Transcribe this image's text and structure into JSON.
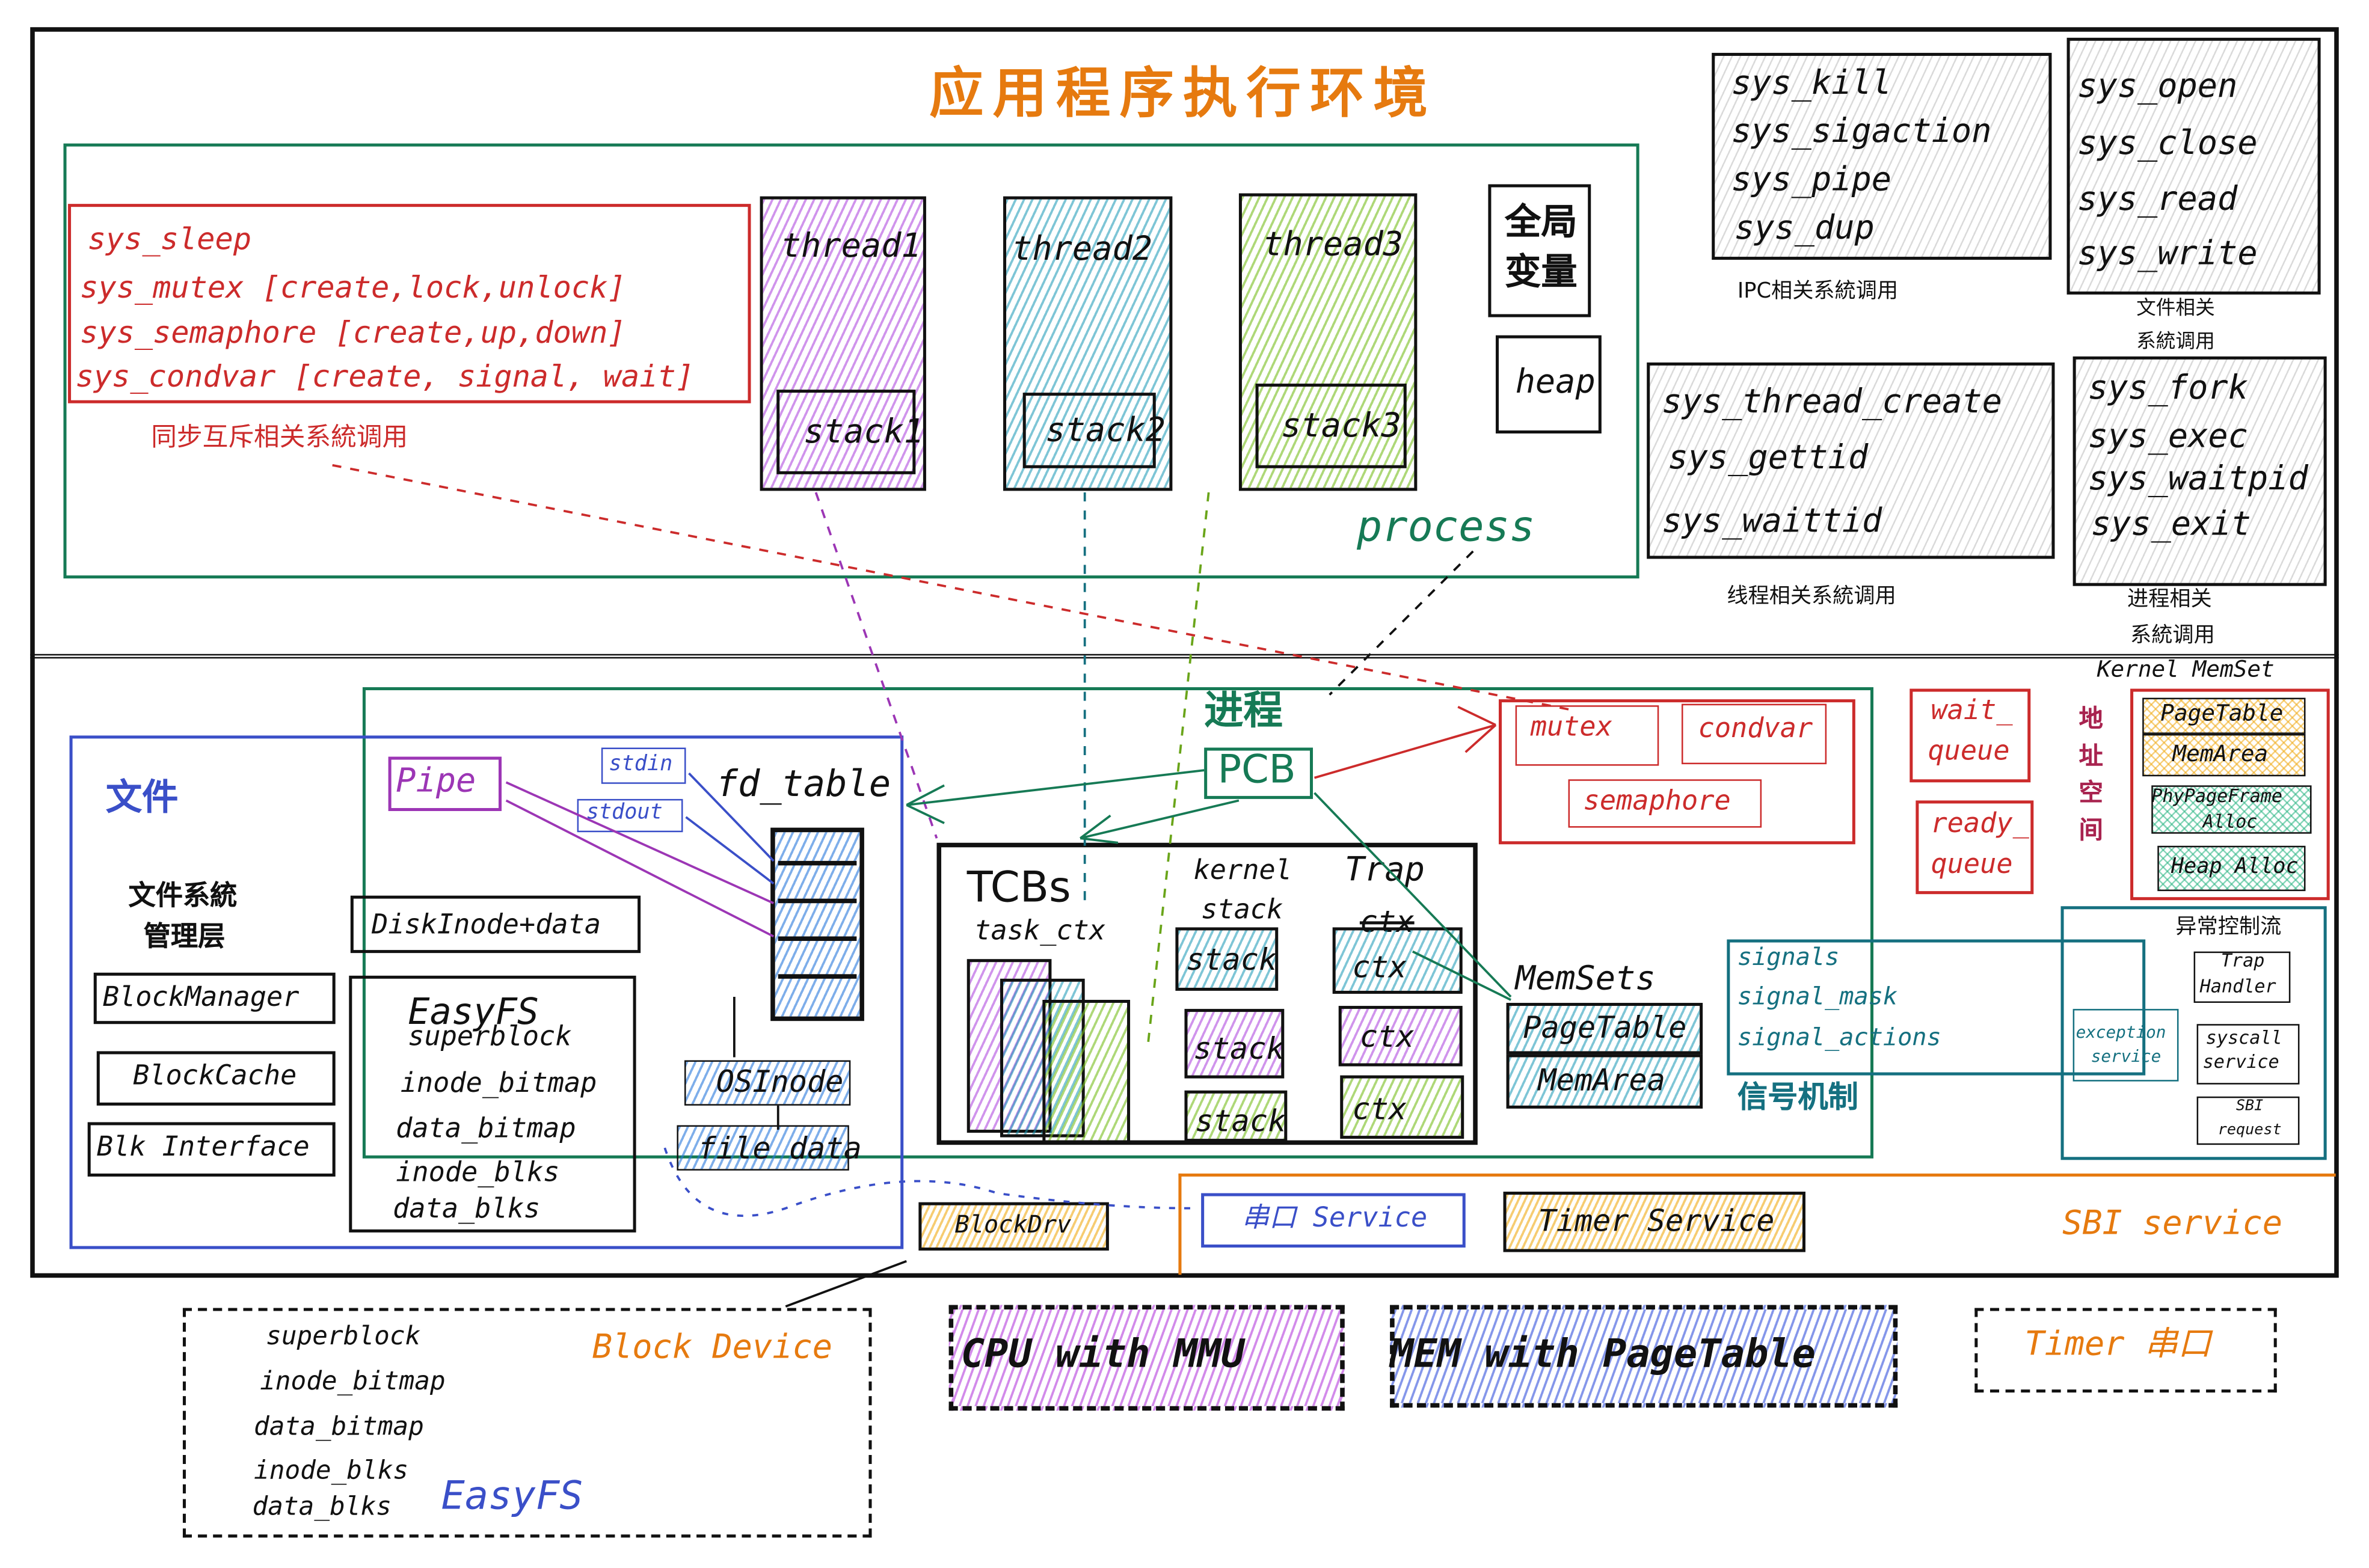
{
  "title": "应用程序执行环境",
  "user_space": {
    "sync_syscalls": {
      "items": [
        "sys_sleep",
        "sys_mutex [create,lock,unlock]",
        "sys_semaphore [create,up,down]",
        "sys_condvar [create, signal, wait]"
      ],
      "caption": "同步互斥相关系統调用"
    },
    "threads": [
      {
        "label": "thread1",
        "stack": "stack1"
      },
      {
        "label": "thread2",
        "stack": "stack2"
      },
      {
        "label": "thread3",
        "stack": "stack3"
      }
    ],
    "globals_label": "全局\n变量",
    "globals_line1": "全局",
    "globals_line2": "变量",
    "heap_label": "heap",
    "process_label": "process",
    "ipc_syscalls": {
      "items": [
        "sys_kill",
        "sys_sigaction",
        "sys_pipe",
        "sys_dup"
      ],
      "caption": "IPC相关系統调用"
    },
    "file_syscalls": {
      "items": [
        "sys_open",
        "sys_close",
        "sys_read",
        "sys_write"
      ],
      "caption_line1": "文件相关",
      "caption_line2": "系統调用"
    },
    "thread_syscalls": {
      "items": [
        "sys_thread_create",
        "sys_gettid",
        "sys_waittid"
      ],
      "caption": "线程相关系統调用"
    },
    "process_syscalls": {
      "items": [
        "sys_fork",
        "sys_exec",
        "sys_waitpid",
        "sys_exit"
      ],
      "caption_line1": "进程相关",
      "caption_line2": "系統调用"
    }
  },
  "kernel": {
    "file": {
      "title": "文件",
      "pipe": "Pipe",
      "stdin": "stdin",
      "stdout": "stdout",
      "fd_table": "fd_table",
      "fs_layer_line1": "文件系統",
      "fs_layer_line2": "管理层",
      "block_manager": "BlockManager",
      "block_cache": "BlockCache",
      "blk_interface": "Blk Interface",
      "disk_inode": "DiskInode+data",
      "easyfs": {
        "title": "EasyFS",
        "items": [
          "superblock",
          "inode_bitmap",
          "data_bitmap",
          "inode_blks",
          "data_blks"
        ]
      },
      "osinode": "OSInode",
      "file_data": "file data"
    },
    "process": {
      "title_line1": "进程",
      "pcb": "PCB",
      "tcbs": "TCBs",
      "task_ctx": "task_ctx",
      "kernel_stack_line1": "kernel",
      "kernel_stack_line2": "stack",
      "trap_label": "Trap",
      "trap_ctx_label": "ctx",
      "stack_cells": [
        "stack",
        "stack",
        "stack"
      ],
      "ctx_cells": [
        "ctx",
        "ctx",
        "ctx"
      ],
      "memsets": {
        "title": "MemSets",
        "items": [
          "PageTable",
          "MemArea"
        ]
      },
      "sync_objects": [
        "mutex",
        "condvar",
        "semaphore"
      ]
    },
    "signals": {
      "items": [
        "signals",
        "signal_mask",
        "signal_actions"
      ],
      "caption": "信号机制"
    },
    "queues": [
      "wait_\nqueue",
      "ready_\nqueue"
    ],
    "wait_queue": {
      "line1": "wait_",
      "line2": "queue"
    },
    "ready_queue": {
      "line1": "ready_",
      "line2": "queue"
    },
    "address_space_vertical": [
      "地",
      "址",
      "空",
      "间"
    ],
    "kernel_memset": {
      "title": "Kernel MemSet",
      "items": [
        "PageTable",
        "MemArea",
        "PhyPageFrame\nAlloc",
        "Heap Alloc"
      ],
      "page_table": "PageTable",
      "mem_area": "MemArea",
      "phy_frame_line1": "PhyPageFrame",
      "phy_frame_line2": "Alloc",
      "heap_alloc": "Heap Alloc"
    },
    "exception_flow": {
      "title": "异常控制流",
      "exception_service_line1": "exception",
      "exception_service_line2": "service",
      "trap_handler_line1": "Trap",
      "trap_handler_line2": "Handler",
      "syscall_service_line1": "syscall",
      "syscall_service_line2": "service",
      "sbi_request_line1": "SBI",
      "sbi_request_line2": "request"
    },
    "block_drv": "BlockDrv",
    "sbi": {
      "title": "SBI service",
      "uart_service": "串口 Service",
      "timer_service": "Timer Service"
    }
  },
  "hardware": {
    "block_device": {
      "title": "Block Device",
      "items": [
        "superblock",
        "inode_bitmap",
        "data_bitmap",
        "inode_blks",
        "data_blks"
      ],
      "fs_label": "EasyFS"
    },
    "cpu": "CPU with MMU",
    "mem": "MEM with PageTable",
    "timer_uart": "Timer 串口"
  },
  "colors": {
    "orange": "#e67a0f",
    "green": "#167a55",
    "red": "#cc2b2b",
    "blue": "#3a4fc8",
    "teal": "#157080",
    "purple": "#9c36b5",
    "magenta": "#a8234f"
  }
}
